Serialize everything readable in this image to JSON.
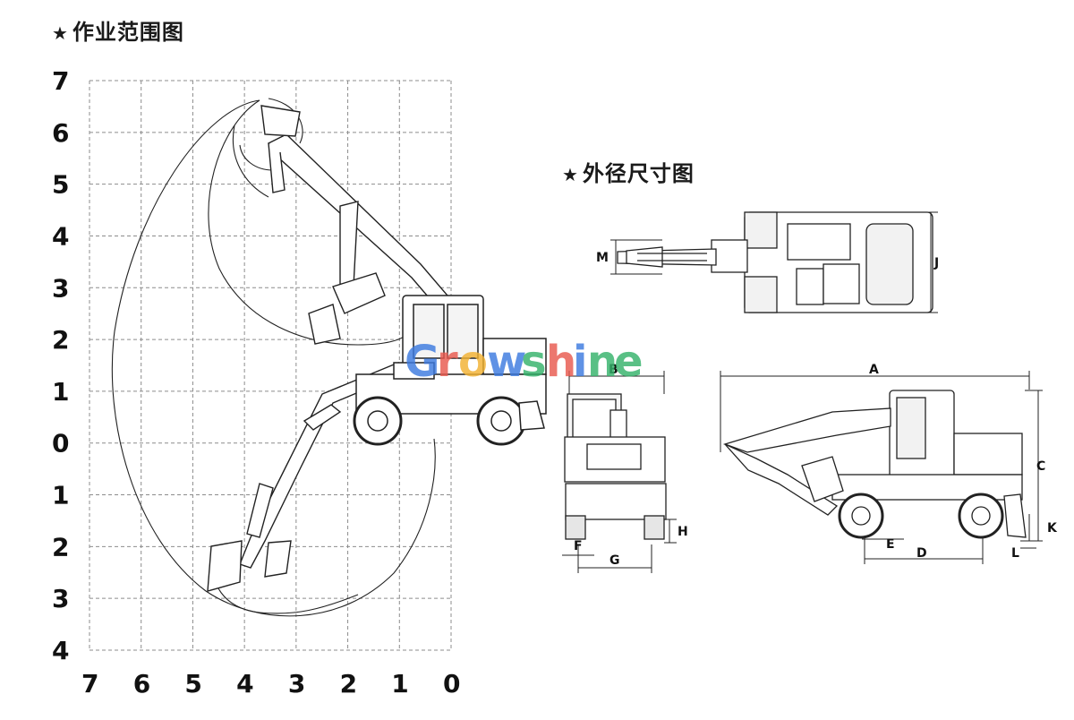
{
  "sections": {
    "range_title": "作业范围图",
    "dims_title": "外径尺寸图",
    "star": "★"
  },
  "range_chart": {
    "y_ticks": [
      "7",
      "6",
      "5",
      "4",
      "3",
      "2",
      "1",
      "0",
      "1",
      "2",
      "3",
      "4"
    ],
    "x_ticks": [
      "7",
      "6",
      "5",
      "4",
      "3",
      "2",
      "1",
      "0"
    ],
    "grid": true
  },
  "dimension_labels": [
    "A",
    "B",
    "C",
    "D",
    "E",
    "F",
    "G",
    "H",
    "J",
    "K",
    "L",
    "M"
  ],
  "watermark": {
    "letters": [
      "G",
      "r",
      "o",
      "w",
      "s",
      "h",
      "i",
      "n",
      "e"
    ],
    "colors": [
      "#3d7be0",
      "#e85a4f",
      "#f2b233",
      "#3d7be0",
      "#35b36b",
      "#e85a4f",
      "#3d7be0",
      "#35b36b",
      "#35b36b"
    ]
  }
}
